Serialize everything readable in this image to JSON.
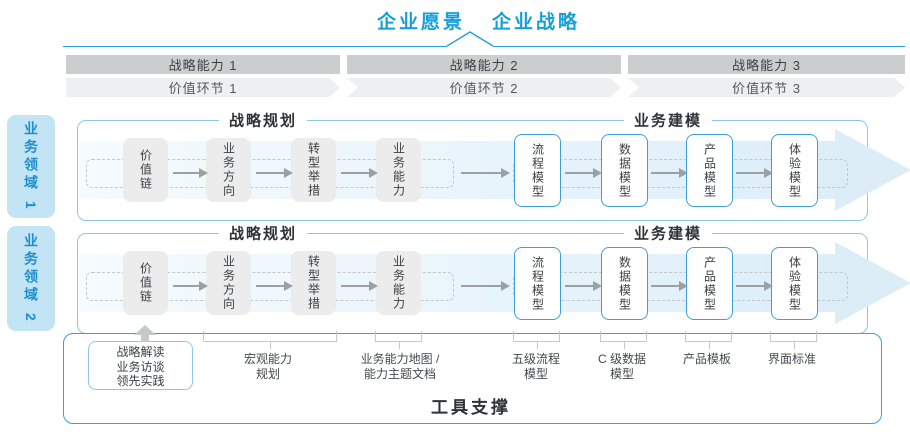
{
  "header": {
    "vision_label": "企业愿景",
    "strategy_label": "企业战略"
  },
  "capability_bars": [
    "战略能力 1",
    "战略能力 2",
    "战略能力 3"
  ],
  "value_bars": [
    "价值环节 1",
    "价值环节 2",
    "价值环节 3"
  ],
  "domains": [
    "业务领域 1",
    "业务领域 2"
  ],
  "panel": {
    "planning_title": "战略规划",
    "modeling_title": "业务建模",
    "strategy_boxes": [
      "价值链",
      "业务方向",
      "转型举措",
      "业务能力"
    ],
    "model_boxes": [
      "流程模型",
      "数据模型",
      "产品模型",
      "体验模型"
    ]
  },
  "callouts": {
    "research": {
      "lines": [
        "战略解读",
        "业务访谈",
        "领先实践"
      ]
    },
    "macro_capability": {
      "lines": [
        "宏观能力",
        "规划"
      ]
    },
    "capability_map": {
      "lines": [
        "业务能力地图 /",
        "能力主题文档"
      ]
    },
    "process_model": {
      "lines": [
        "五级流程",
        "模型"
      ]
    },
    "data_model": {
      "lines": [
        "C 级数据",
        "模型"
      ]
    },
    "product_template": {
      "lines": [
        "产品模板"
      ]
    },
    "ui_standard": {
      "lines": [
        "界面标准"
      ]
    }
  },
  "footer": {
    "label": "工具支撑"
  },
  "colors": {
    "accent_blue": "#189fd8",
    "rule_blue": "#2b9fd9",
    "panel_border_blue": "#8ec8e8",
    "model_box_border": "#3e9fd6",
    "capability_bar_gray": "#cbcecf",
    "value_bar_gray": "#edeff0",
    "band_blue": "#ddeef9",
    "domain_tab_fill": "#c2e4f4"
  }
}
